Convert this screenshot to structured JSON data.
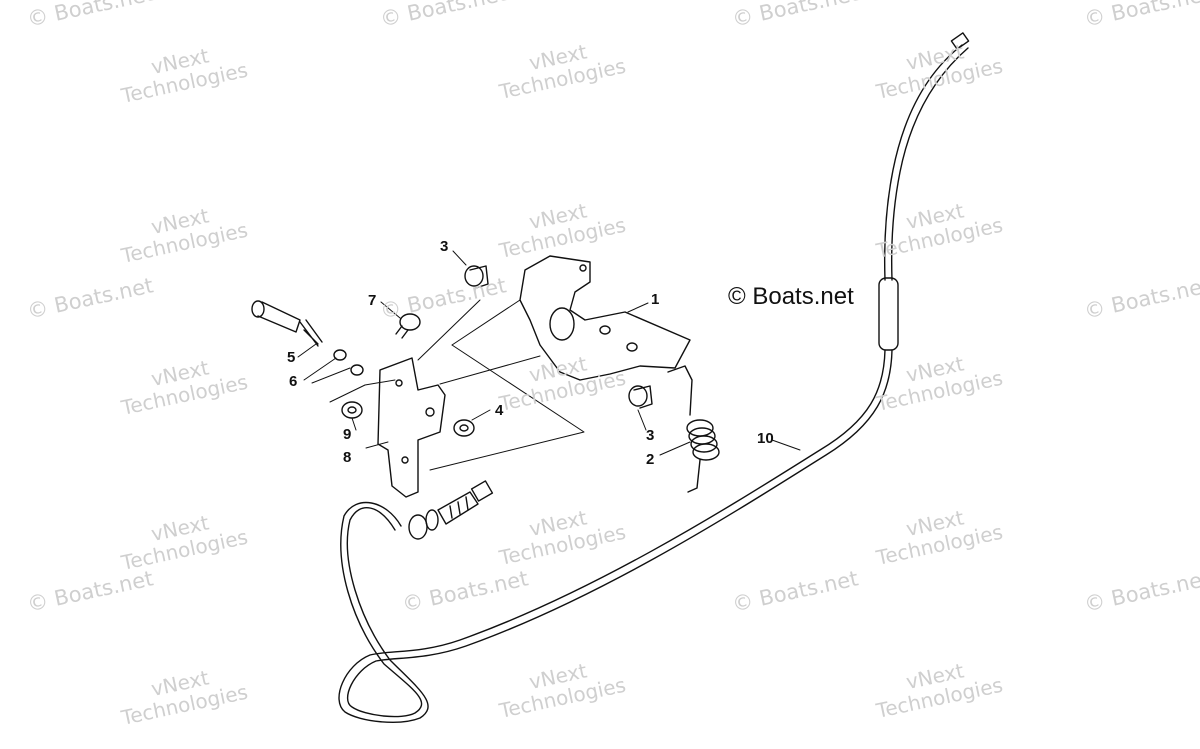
{
  "diagram": {
    "copyright_text": "© Boats.net",
    "watermarks": {
      "boats": "© Boats.net",
      "vnext_line1": "vNext",
      "vnext_line2": "Technologies"
    },
    "callouts": {
      "c1": "1",
      "c2": "2",
      "c3a": "3",
      "c3b": "3",
      "c4": "4",
      "c5": "5",
      "c6": "6",
      "c7": "7",
      "c8": "8",
      "c9": "9",
      "c10": "10"
    }
  }
}
